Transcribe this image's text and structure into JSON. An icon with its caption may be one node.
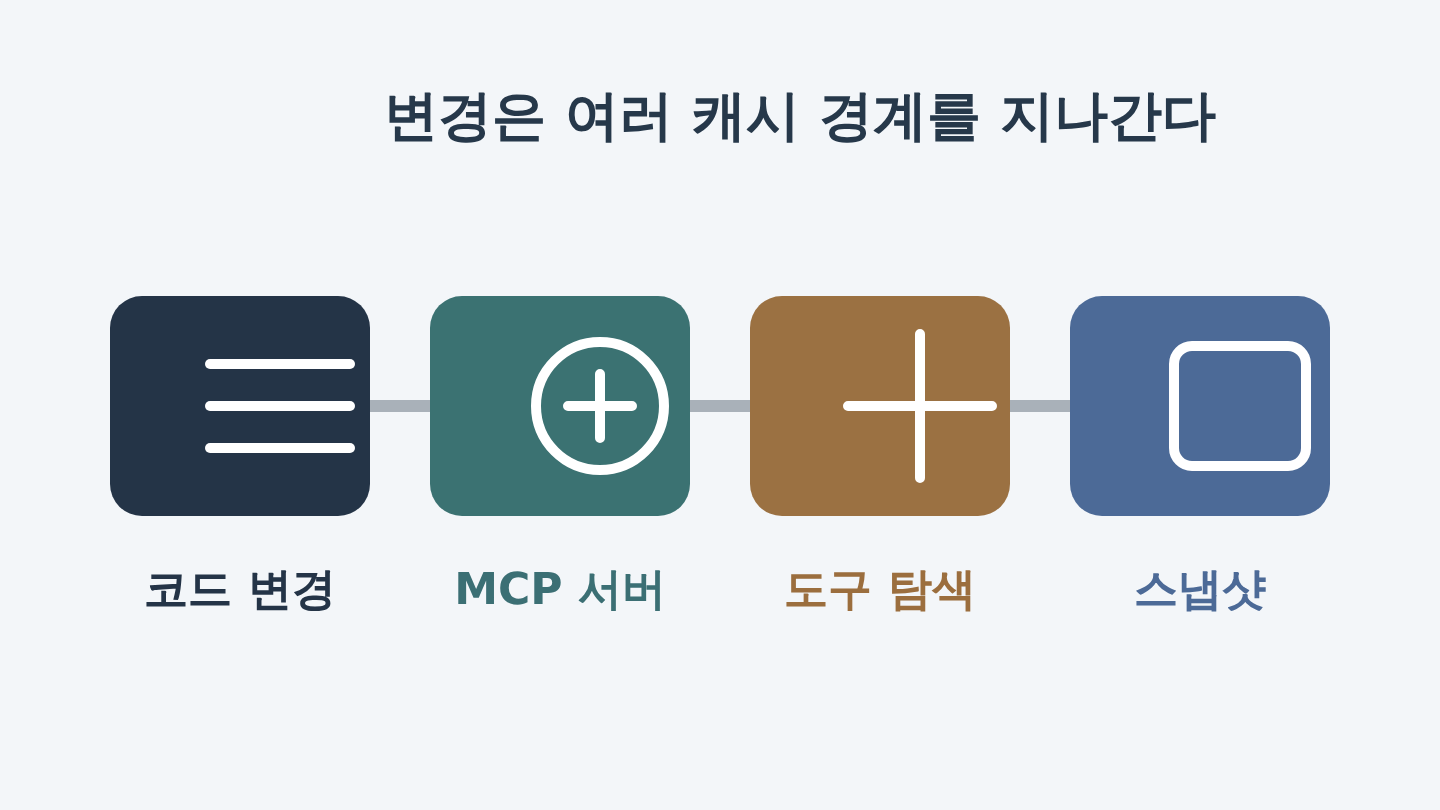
{
  "diagram": {
    "title": "변경은 여러 캐시 경계를 지나간다",
    "nodes": [
      {
        "text": [
          "코드 변경"
        ]
      },
      {
        "text": [
          "MCP 서버"
        ]
      },
      {
        "text": [
          "도구 탐색"
        ]
      },
      {
        "text": [
          "스냅샷"
        ]
      }
    ],
    "edges": [
      {
        "from": 0,
        "to": 1,
        "arrow": "none"
      },
      {
        "from": 1,
        "to": 2,
        "arrow": "none"
      },
      {
        "from": 2,
        "to": 3,
        "arrow": "none"
      }
    ]
  }
}
